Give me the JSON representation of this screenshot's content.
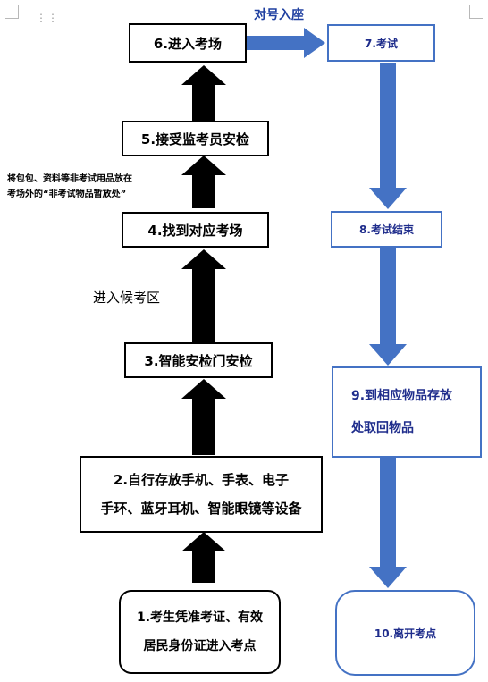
{
  "steps": {
    "s1": {
      "line1": "1.考生凭准考证、有效",
      "line2": "居民身份证进入考点"
    },
    "s2": {
      "line1": "2.自行存放手机、手表、电子",
      "line2": "手环、蓝牙耳机、智能眼镜等设备"
    },
    "s3": {
      "label": "3.智能安检门安检"
    },
    "s4": {
      "label": "4.找到对应考场"
    },
    "s5": {
      "label": "5.接受监考员安检"
    },
    "s6": {
      "label": "6.进入考场"
    },
    "s7": {
      "label": "7.考试"
    },
    "s8": {
      "label": "8.考试结束"
    },
    "s9": {
      "line1": "9.到相应物品存放",
      "line2": "处取回物品"
    },
    "s10": {
      "label": "10.离开考点"
    }
  },
  "notes": {
    "seat": "对号入座",
    "waiting_area": "进入候考区",
    "storage_line1": "将包包、资料等非考试用品放在",
    "storage_line2": "考场外的“非考试物品暂放处”"
  },
  "colors": {
    "left_arrow": "#000000",
    "right_arrow": "#4472c4",
    "seat_text": "#1f3fa0"
  }
}
